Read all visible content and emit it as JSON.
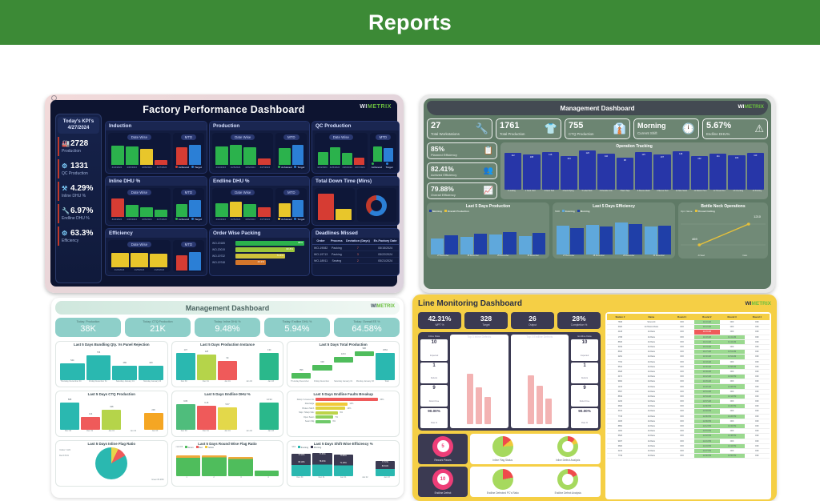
{
  "header": {
    "title": "Reports"
  },
  "factory": {
    "title": "Factory Performance Dashboard",
    "brand": "WIMETRIX",
    "kpi_head_line1": "Today's KPI's",
    "kpi_head_line2": "4/27/2024",
    "kpis": [
      {
        "icon": "factory-icon",
        "value": "2728",
        "label": "Production"
      },
      {
        "icon": "qc-icon",
        "value": "1331",
        "label": "QC Production"
      },
      {
        "icon": "inline-icon",
        "value": "4.29%",
        "label": "Inline DHU %"
      },
      {
        "icon": "endline-icon",
        "value": "6.97%",
        "label": "Endline DHU %"
      },
      {
        "icon": "gear-icon",
        "value": "63.3%",
        "label": "Efficiency"
      }
    ],
    "chip_datewise": "Date Wise",
    "chip_mtd": "MTD",
    "legend_achieved": "Achieved",
    "legend_target": "Target",
    "panels": {
      "induction": "Induction",
      "production": "Production",
      "qc_production": "QC Production",
      "inline_dhu": "Inline DHU %",
      "endline_dhu": "Endline DHU %",
      "total_downtime": "Total Down Time (Mins)",
      "efficiency": "Efficiency",
      "order_wise_packing": "Order Wise Packing",
      "deadlines_missed": "Deadlines Missed"
    },
    "date_ticks": [
      "4/24/2024",
      "4/25/2024",
      "4/26/2024",
      "4/27/2024"
    ],
    "deadlines": {
      "columns": [
        "Order",
        "Process",
        "Deviation (Days)",
        "Ex-Factory Date"
      ],
      "rows": [
        [
          "WO-19082",
          "Packing",
          "7",
          "05/15/2024"
        ],
        [
          "WO-19713",
          "Packing",
          "3",
          "05/22/2024"
        ],
        [
          "WO-18911",
          "Sewing",
          "2",
          "05/21/2024"
        ]
      ]
    },
    "order_packing": [
      {
        "order": "WO-20185",
        "pct": "98%"
      },
      {
        "order": "WO-20019",
        "pct": "82.8%"
      },
      {
        "order": "WO-19732",
        "pct": "71.6%"
      },
      {
        "order": "WO-19748",
        "pct": "43.2%"
      }
    ]
  },
  "mgmt_dark": {
    "title": "Management Dashboard",
    "brand": "WIMETRIX",
    "kpis": [
      {
        "value": "27",
        "label": "Total Workstations",
        "icon": "sewing-machine-icon"
      },
      {
        "value": "1761",
        "label": "Total Production",
        "icon": "tshirt-icon"
      },
      {
        "value": "755",
        "label": "CTQ Production",
        "icon": "shirt-icon"
      },
      {
        "value": "Morning",
        "label": "Current Shift",
        "icon": "clock-icon"
      },
      {
        "value": "5.67%",
        "label": "Endline DHU%",
        "icon": "warning-icon"
      }
    ],
    "efficiencies": [
      {
        "value": "85%",
        "label": "Planned Efficiency",
        "icon": "checklist-icon"
      },
      {
        "value": "82.41%",
        "label": "Achived Efficiency",
        "icon": "people-icon"
      },
      {
        "value": "79.88%",
        "label": "Overall Efficiency",
        "icon": "chart-icon"
      }
    ],
    "operation_tracking": {
      "title": "Operation Tracking",
      "stations": [
        "1 Loading",
        "2 Neck Joint",
        "3 Neck Tack",
        "4 Neck Piping",
        "5 Label Tack",
        "6 Shoulder Join",
        "7 Back Tape",
        "8 Sleeve Attach",
        "9 Sleeve Hem",
        "10 Side Seam",
        "11 Bottom Hem",
        "12 Thread Cut",
        "13 Checking",
        "14 Packing"
      ],
      "values": [
        112,
        108,
        116,
        104,
        120,
        110,
        98,
        115,
        107,
        118,
        102,
        111,
        106,
        113
      ]
    },
    "cards": [
      {
        "title": "Last 5 Days Production",
        "legend": [
          "Morning",
          "Overall Production"
        ],
        "x": [
          "27 December",
          "28 December",
          "29 December",
          "30 December"
        ],
        "labels": [
          "1745",
          "2640",
          "2872",
          "2869"
        ]
      },
      {
        "title": "Last 5 Days Efficiency",
        "legend": [
          "Shift",
          "Evening",
          "Morning",
          "Overall Efficiency %"
        ],
        "x": [
          "27 December",
          "28 December",
          "29 December",
          "30 December"
        ],
        "labels": [
          "80.64%",
          "80.89%",
          "87.58%",
          ""
        ],
        "yticks": [
          "100%",
          "50%",
          "0%"
        ]
      },
      {
        "title": "Bottle Neck Operations",
        "legend": [
          "Opt. Name",
          "Thread Cutting"
        ],
        "x": [
          "Al Saud",
          "Index"
        ],
        "values": [
          "469",
          "1210"
        ],
        "yticks": [
          "1500",
          "500"
        ]
      }
    ]
  },
  "mgmt_light": {
    "title": "Management Dashboard",
    "brand": "WIMETRIX",
    "kpis": [
      {
        "label": "Today: Production",
        "value": "38K"
      },
      {
        "label": "Today: CTQ Production",
        "value": "21K"
      },
      {
        "label": "Today: Inline DHU %",
        "value": "9.48%"
      },
      {
        "label": "Today: Endline DHU %",
        "value": "5.94%"
      },
      {
        "label": "Today: Overall EE %",
        "value": "64.58%"
      }
    ],
    "charts": [
      {
        "title": "Last 5 Days Bundling Qty. Vs Panel Rejection",
        "type": "bar",
        "x": [
          "Thursday December 30",
          "Friday December 31",
          "Saturday January 01",
          "Monday January 03"
        ],
        "values": [
          544,
          736,
          489,
          449
        ],
        "secondary": [
          31,
          25,
          40,
          28
        ]
      },
      {
        "title": "Last 5 Days Production Instance",
        "type": "bar",
        "x": [
          "Dec 30",
          "Dec 31",
          "Jan 01",
          "Jan 02",
          "Jan 03"
        ],
        "values": [
          137,
          128,
          94,
          0,
          134
        ]
      },
      {
        "title": "Last 5 Days Total Production",
        "type": "waterfall",
        "x": [
          "Thursday December",
          "Friday December",
          "Saturday January 01",
          "Monday January 03",
          "Total"
        ],
        "values": [
          896,
          648,
          1224,
          996,
          2664
        ]
      },
      {
        "title": "Last 5 Days CTQ Production",
        "type": "bar",
        "x": [
          "Dec 30",
          "Dec 31",
          "Jan 01",
          "Jan 02",
          "Jan 03"
        ],
        "values": [
          588,
          144,
          338,
          0,
          236
        ]
      },
      {
        "title": "Last 5 Days Endline DHU %",
        "type": "bar",
        "x": [
          "Dec 30",
          "Dec 31",
          "Jan 01",
          "Jan 02",
          "Jan 03"
        ],
        "values": [
          9.83,
          6.15,
          5.67,
          0,
          12.94
        ]
      },
      {
        "title": "Last 5 Days Endline Faults Breakup",
        "type": "hbar",
        "categories": [
          "Damp / Uneven Fin",
          "Raw Edge",
          "Broken Stitch",
          "Skip / Sharp Stitc",
          "Open Seam",
          "Seam Slip"
        ],
        "values": [
          33,
          14,
          13,
          9,
          7,
          6
        ],
        "value_labels": [
          "33%",
          "14%",
          "13%",
          "9%",
          "7%",
          "6%"
        ]
      },
      {
        "title": "Last 5 Days Inline Flag Ratio",
        "type": "pie",
        "labels": [
          "Yellow 7.11%",
          "Red 9.61%",
          "Green 83.29%"
        ],
        "values": [
          7.11,
          9.61,
          83.29
        ]
      },
      {
        "title": "Last 5 Days Round Wise Flag Ratio",
        "type": "stacked-bar",
        "legend": [
          "colorOff",
          "Green",
          "Red",
          "Yellow"
        ],
        "x": [
          "1",
          "2",
          "3",
          "4"
        ],
        "values": [
          100,
          100,
          100,
          22
        ]
      },
      {
        "title": "Last 5 Days Shift Wise Efficiency %",
        "type": "stacked-bar",
        "legend": [
          "Shift",
          "Evening",
          "Morning"
        ],
        "x": [
          "Dec 30",
          "Dec 31",
          "Jan 01",
          "Jan 02",
          "Jan 03"
        ],
        "morning": [
          "74.99%",
          "77.86%",
          "73.82%",
          "",
          "77.57%"
        ],
        "evening": [
          "68.19%",
          "78.03%",
          "71.29%",
          "",
          "80.61%"
        ]
      }
    ]
  },
  "line_monitoring": {
    "title": "Line Monitoring Dashboard",
    "brand": "WIMETRIX",
    "kpis": [
      {
        "value": "42.31%",
        "label": "WPT %"
      },
      {
        "value": "328",
        "label": "Target"
      },
      {
        "value": "26",
        "label": "Output"
      },
      {
        "value": "28%",
        "label": "Completion %"
      }
    ],
    "inline_data": {
      "title": "Inline Data",
      "cells": [
        {
          "value": "10",
          "label": "Inspected"
        },
        {
          "value": "1",
          "label": "Defects"
        },
        {
          "value": "9",
          "label": "Defect Free"
        },
        {
          "value": "90.00%",
          "label": "Pass %"
        }
      ]
    },
    "endline_data": {
      "title": "Endline Data",
      "cells": [
        {
          "value": "10",
          "label": "Inspected"
        },
        {
          "value": "1",
          "label": "Defects"
        },
        {
          "value": "9",
          "label": "Defect Free"
        },
        {
          "value": "90.00%",
          "label": "Pass %"
        }
      ]
    },
    "top_inline_defects": "Top 3 Inline Defects",
    "top_endline_defects": "Top 3 Endline Defects",
    "donuts": [
      {
        "value": "5",
        "label": "Rework Pieces"
      },
      {
        "label": "Inline Flag Status"
      },
      {
        "label": "Inline Defect Analysis"
      },
      {
        "value": "10",
        "label": "Endline Defect"
      },
      {
        "label": "Endline Defected PC's Ratio"
      },
      {
        "label": "Endline Defect Analysis"
      }
    ],
    "table": {
      "columns": [
        "Station #",
        "Name",
        "Round 1",
        "Round 2",
        "Round 3",
        "Round 4"
      ],
      "rows": [
        [
          "7845",
          "Simon Ali",
          "OFF",
          "11:10 AM",
          "OFF",
          "OFF"
        ],
        [
          "3320",
          "Ali Hamza Raza",
          "OFF",
          "11:12 AM",
          "OFF",
          "OFF"
        ],
        [
          "4418",
          "Ali Raza",
          "OFF",
          "11:15 AM",
          "OFF",
          "OFF"
        ],
        [
          "1798",
          "Ali Raza",
          "OFF",
          "11:18 AM",
          "11:41 AM",
          "OFF"
        ],
        [
          "8630",
          "Ali Raza",
          "OFF",
          "11:21 AM",
          "11:44 AM",
          "OFF"
        ],
        [
          "3019",
          "Ali Raza",
          "OFF",
          "11:24 AM",
          "OFF",
          "OFF"
        ],
        [
          "8640",
          "Ali Raza",
          "OFF",
          "11:27 AM",
          "11:51 AM",
          "OFF"
        ],
        [
          "2291",
          "Ali Raza",
          "OFF",
          "11:30 AM",
          "11:54 AM",
          "OFF"
        ],
        [
          "7702",
          "Ali Raza",
          "OFF",
          "11:33 AM",
          "OFF",
          "OFF"
        ],
        [
          "5510",
          "Ali Raza",
          "OFF",
          "11:36 AM",
          "11:58 AM",
          "OFF"
        ],
        [
          "6628",
          "Ali Raza",
          "OFF",
          "11:39 AM",
          "OFF",
          "OFF"
        ],
        [
          "4471",
          "Ali Raza",
          "OFF",
          "11:42 AM",
          "12:02 PM",
          "OFF"
        ],
        [
          "9902",
          "Ali Raza",
          "OFF",
          "11:45 AM",
          "OFF",
          "OFF"
        ],
        [
          "1133",
          "Ali Raza",
          "OFF",
          "11:48 AM",
          "12:08 PM",
          "OFF"
        ],
        [
          "5567",
          "Ali Raza",
          "OFF",
          "11:51 AM",
          "OFF",
          "OFF"
        ],
        [
          "8819",
          "Ali Raza",
          "OFF",
          "11:54 AM",
          "12:14 PM",
          "OFF"
        ],
        [
          "2240",
          "Ali Raza",
          "OFF",
          "11:57 AM",
          "OFF",
          "OFF"
        ],
        [
          "6693",
          "Ali Raza",
          "OFF",
          "12:00 PM",
          "12:20 PM",
          "OFF"
        ],
        [
          "3374",
          "Ali Raza",
          "OFF",
          "12:03 PM",
          "OFF",
          "OFF"
        ],
        [
          "7718",
          "Ali Raza",
          "OFF",
          "12:06 PM",
          "12:26 PM",
          "OFF"
        ],
        [
          "4405",
          "Ali Raza",
          "OFF",
          "12:09 PM",
          "OFF",
          "OFF"
        ],
        [
          "8852",
          "Ali Raza",
          "OFF",
          "12:12 PM",
          "12:32 PM",
          "OFF"
        ],
        [
          "1160",
          "Ali Raza",
          "OFF",
          "12:15 PM",
          "OFF",
          "OFF"
        ],
        [
          "5526",
          "Ali Raza",
          "OFF",
          "12:18 PM",
          "12:38 PM",
          "OFF"
        ],
        [
          "9937",
          "Ali Raza",
          "OFF",
          "12:21 PM",
          "OFF",
          "OFF"
        ],
        [
          "6684",
          "Ali Raza",
          "OFF",
          "12:24 PM",
          "12:44 PM",
          "OFF"
        ],
        [
          "2213",
          "Ali Raza",
          "OFF",
          "12:27 PM",
          "OFF",
          "OFF"
        ],
        [
          "7749",
          "Ali Raza",
          "OFF",
          "12:30 PM",
          "12:50 PM",
          "OFF"
        ]
      ]
    }
  }
}
